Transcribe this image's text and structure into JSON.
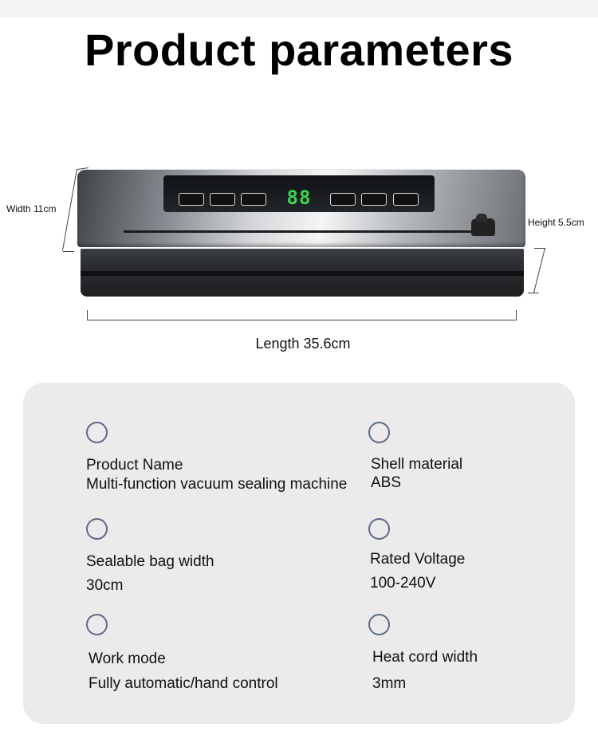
{
  "title": "Product parameters",
  "dimensions": {
    "width": "Width 11cm",
    "height": "Height 5.5cm",
    "length": "Length 35.6cm"
  },
  "device": {
    "display": "88",
    "panel_buttons": [
      "",
      "",
      "",
      "",
      "",
      ""
    ]
  },
  "specs": [
    {
      "label": "Product Name",
      "value": "Multi-function vacuum sealing machine"
    },
    {
      "label": "Shell material",
      "value": "ABS"
    },
    {
      "label": "Sealable bag width",
      "value": "30cm"
    },
    {
      "label": "Rated Voltage",
      "value": "100-240V"
    },
    {
      "label": "Work mode",
      "value": "Fully automatic/hand control"
    },
    {
      "label": "Heat cord width",
      "value": "3mm"
    }
  ],
  "colors": {
    "circle_border": "#5c6985",
    "display_digits": "#37d84f",
    "card_background": "#ebebeb"
  }
}
